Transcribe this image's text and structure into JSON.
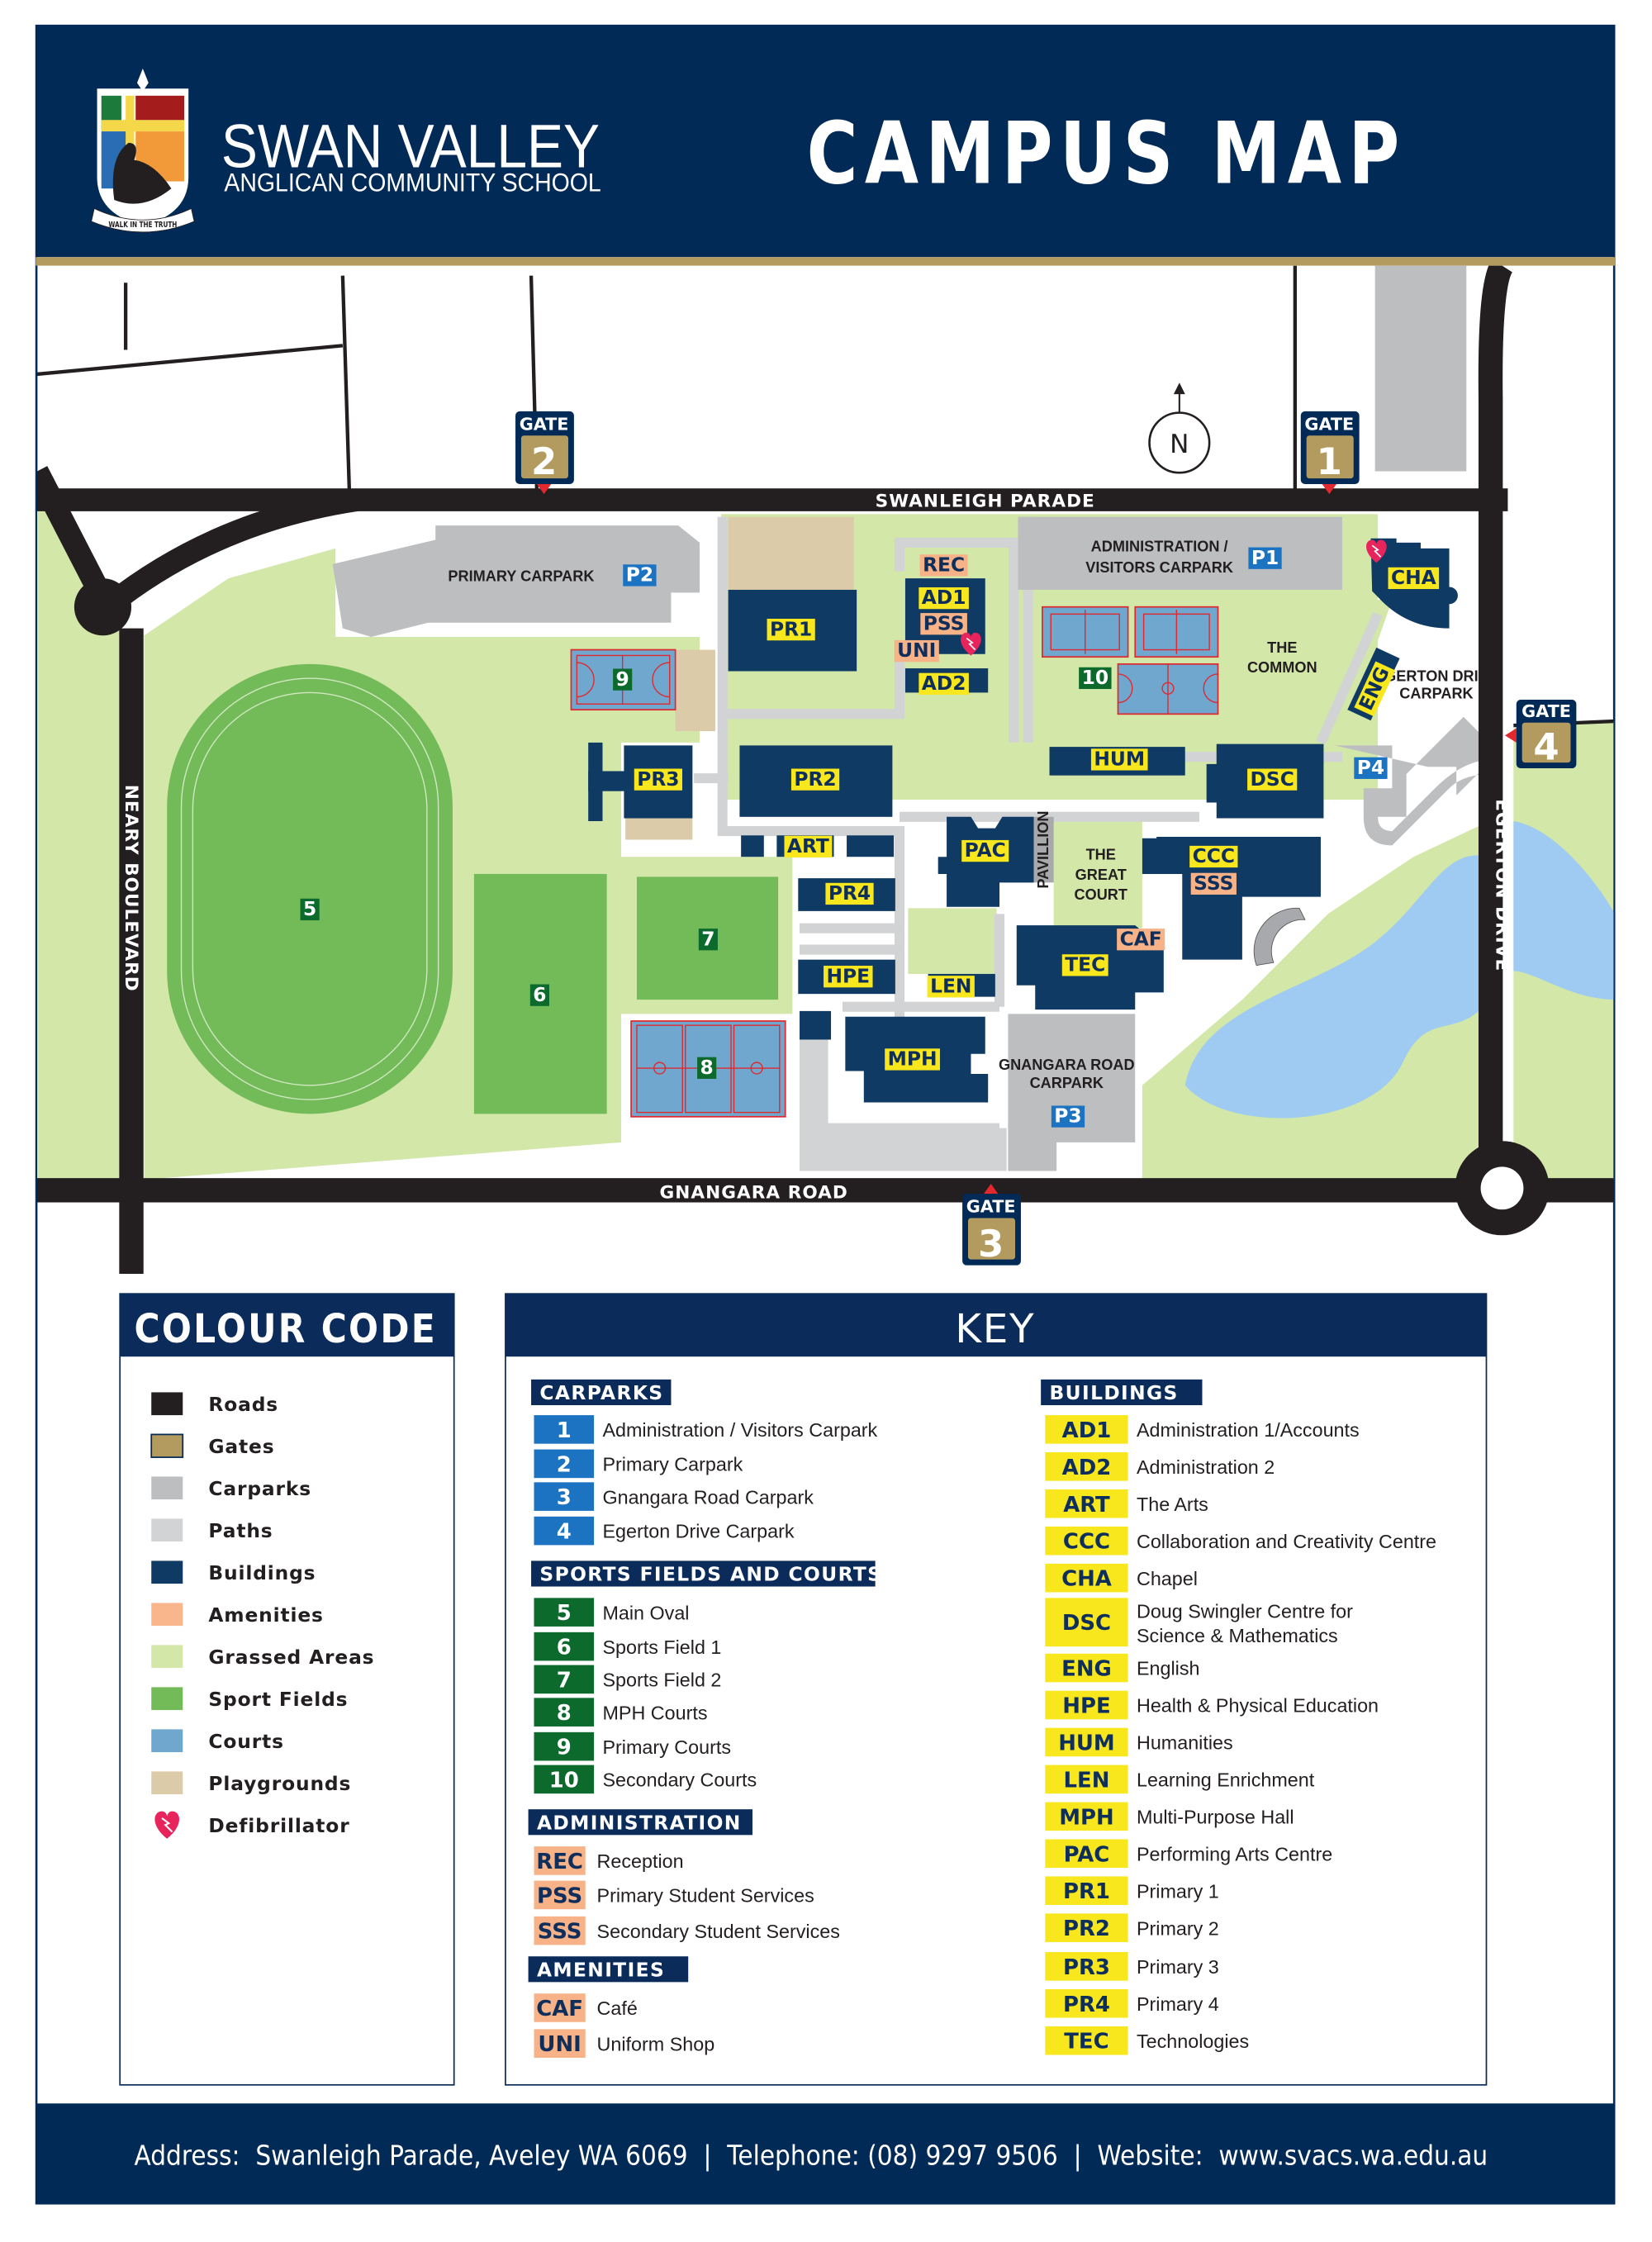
{
  "header": {
    "school_name": "SWAN VALLEY",
    "school_subtitle": "ANGLICAN COMMUNITY SCHOOL",
    "crest_motto": "WALK IN THE TRUTH",
    "title": "CAMPUS MAP"
  },
  "colors": {
    "navy": "#022a57",
    "gold": "#b39a5f",
    "road": "#231f20",
    "carpark": "#bcbec0",
    "path": "#d1d3d4",
    "building": "#0e3a64",
    "amenity": "#f7b287",
    "grass": "#d2e7a8",
    "sport": "#73ba59",
    "court": "#6fa7cf",
    "playground": "#dccba8",
    "defib": "#e8245c",
    "building_tag": "#f8e71c",
    "carpark_tag": "#1b73c2",
    "field_tag": "#0c6a2d"
  },
  "map": {
    "roads": {
      "swanleigh": "SWANLEIGH PARADE",
      "gnangara": "GNANGARA ROAD",
      "neary": "NEARY BOULEVARD",
      "egerton": "EGERTON DRIVE"
    },
    "gates": [
      {
        "label": "GATE",
        "number": "1"
      },
      {
        "label": "GATE",
        "number": "2"
      },
      {
        "label": "GATE",
        "number": "3"
      },
      {
        "label": "GATE",
        "number": "4"
      }
    ],
    "compass": "N",
    "areas": {
      "primary_carpark": "PRIMARY CARPARK",
      "admin_carpark_1": "ADMINISTRATION /",
      "admin_carpark_2": "VISITORS CARPARK",
      "gnangara_carpark_1": "GNANGARA ROAD",
      "gnangara_carpark_2": "CARPARK",
      "egerton_carpark_1": "EGERTON DRIVE",
      "egerton_carpark_2": "CARPARK",
      "common_1": "THE",
      "common_2": "COMMON",
      "court_1": "THE",
      "court_2": "GREAT",
      "court_3": "COURT",
      "pavillion": "PAVILLION"
    },
    "carparks": {
      "p1": "P1",
      "p2": "P2",
      "p3": "P3",
      "p4": "P4"
    },
    "fields": {
      "f5": "5",
      "f6": "6",
      "f7": "7",
      "f8": "8",
      "f9": "9",
      "f10": "10"
    },
    "buildings": {
      "pr1": "PR1",
      "pr2": "PR2",
      "pr3": "PR3",
      "pr4": "PR4",
      "ad1": "AD1",
      "ad2": "AD2",
      "art": "ART",
      "hpe": "HPE",
      "len": "LEN",
      "mph": "MPH",
      "pac": "PAC",
      "hum": "HUM",
      "dsc": "DSC",
      "ccc": "CCC",
      "tec": "TEC",
      "cha": "CHA",
      "eng": "ENG"
    },
    "amenities": {
      "rec": "REC",
      "pss": "PSS",
      "uni": "UNI",
      "sss": "SSS",
      "caf": "CAF"
    }
  },
  "colour_code": {
    "title": "COLOUR CODE",
    "items": [
      {
        "label": "Roads",
        "color": "#231f20"
      },
      {
        "label": "Gates",
        "color": "#b39a5f"
      },
      {
        "label": "Carparks",
        "color": "#bcbec0"
      },
      {
        "label": "Paths",
        "color": "#d1d3d4"
      },
      {
        "label": "Buildings",
        "color": "#0e3a64"
      },
      {
        "label": "Amenities",
        "color": "#f9b58b"
      },
      {
        "label": "Grassed Areas",
        "color": "#d2e7a8"
      },
      {
        "label": "Sport Fields",
        "color": "#73ba59"
      },
      {
        "label": "Courts",
        "color": "#6fa7cf"
      },
      {
        "label": "Playgrounds",
        "color": "#dccba8"
      },
      {
        "label": "Defibrillator",
        "icon": "defibrillator-heart-icon",
        "color": "#e8245c"
      }
    ]
  },
  "key": {
    "title": "KEY",
    "carparks": {
      "heading": "CARPARKS",
      "items": [
        {
          "code": "1",
          "label": "Administration / Visitors Carpark"
        },
        {
          "code": "2",
          "label": "Primary Carpark"
        },
        {
          "code": "3",
          "label": "Gnangara Road Carpark"
        },
        {
          "code": "4",
          "label": "Egerton Drive Carpark"
        }
      ]
    },
    "sports": {
      "heading": "SPORTS FIELDS AND COURTS",
      "items": [
        {
          "code": "5",
          "label": "Main Oval"
        },
        {
          "code": "6",
          "label": "Sports Field 1"
        },
        {
          "code": "7",
          "label": "Sports Field 2"
        },
        {
          "code": "8",
          "label": "MPH Courts"
        },
        {
          "code": "9",
          "label": "Primary Courts"
        },
        {
          "code": "10",
          "label": "Secondary Courts"
        }
      ]
    },
    "administration": {
      "heading": "ADMINISTRATION",
      "items": [
        {
          "code": "REC",
          "label": "Reception"
        },
        {
          "code": "PSS",
          "label": "Primary Student Services"
        },
        {
          "code": "SSS",
          "label": "Secondary Student Services"
        }
      ]
    },
    "amenities": {
      "heading": "AMENITIES",
      "items": [
        {
          "code": "CAF",
          "label": "Café"
        },
        {
          "code": "UNI",
          "label": "Uniform Shop"
        }
      ]
    },
    "buildings": {
      "heading": "BUILDINGS",
      "items": [
        {
          "code": "AD1",
          "label": "Administration 1/Accounts"
        },
        {
          "code": "AD2",
          "label": "Administration 2"
        },
        {
          "code": "ART",
          "label": "The Arts"
        },
        {
          "code": "CCC",
          "label": "Collaboration and Creativity Centre"
        },
        {
          "code": "CHA",
          "label": "Chapel"
        },
        {
          "code": "DSC",
          "label": "Doug Swingler Centre for",
          "label2": "Science & Mathematics"
        },
        {
          "code": "ENG",
          "label": "English"
        },
        {
          "code": "HPE",
          "label": "Health & Physical Education"
        },
        {
          "code": "HUM",
          "label": "Humanities"
        },
        {
          "code": "LEN",
          "label": "Learning Enrichment"
        },
        {
          "code": "MPH",
          "label": "Multi-Purpose Hall"
        },
        {
          "code": "PAC",
          "label": "Performing Arts Centre"
        },
        {
          "code": "PR1",
          "label": "Primary 1"
        },
        {
          "code": "PR2",
          "label": "Primary 2"
        },
        {
          "code": "PR3",
          "label": "Primary 3"
        },
        {
          "code": "PR4",
          "label": "Primary 4"
        },
        {
          "code": "TEC",
          "label": "Technologies"
        }
      ]
    }
  },
  "footer": {
    "text": "Address:  Swanleigh Parade, Aveley WA 6069  |  Telephone: (08) 9297 9506  |  Website:  www.svacs.wa.edu.au"
  }
}
